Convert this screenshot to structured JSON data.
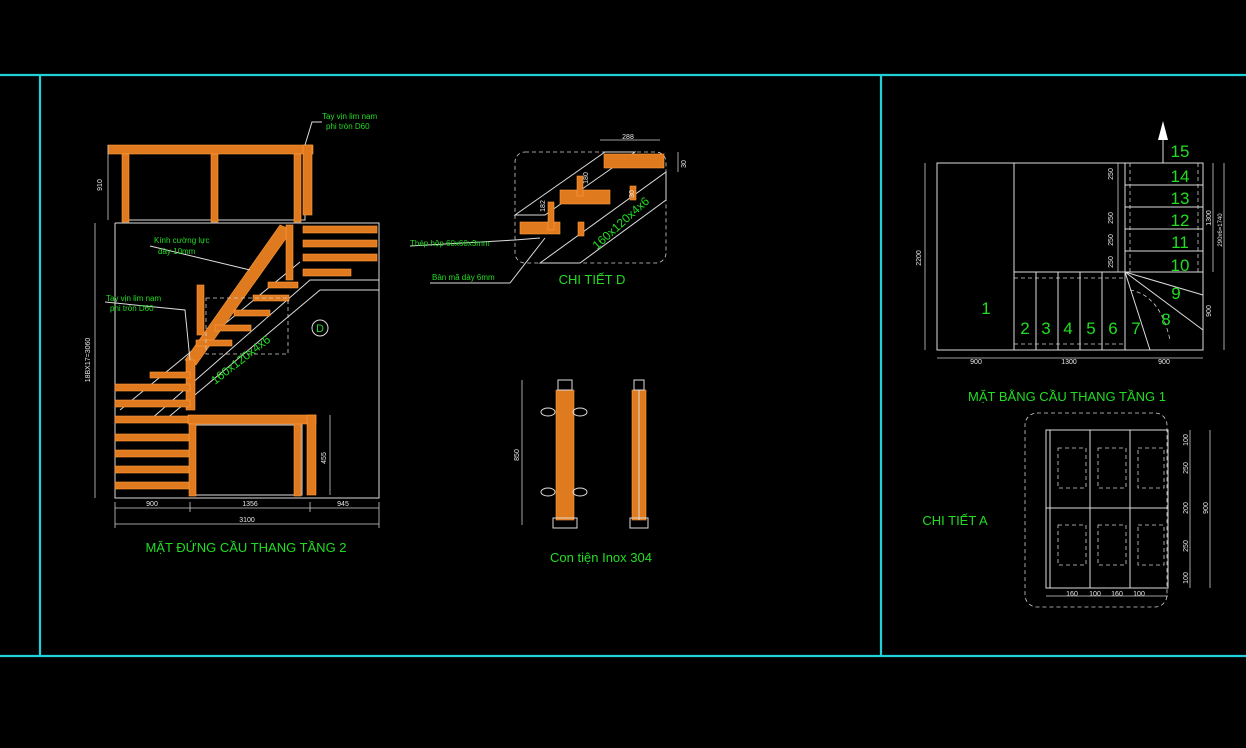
{
  "colors": {
    "frame": "#1fd0d8",
    "label": "#22dd22",
    "wood": "#e07a1e",
    "line": "#dcdcdc",
    "background": "#000000"
  },
  "elevation": {
    "title": "MẶT ĐỨNG CẦU THANG TẦNG 2",
    "note_handrail_top_1": "Tay vịn lim nam",
    "note_handrail_top_2": "phi tròn D60",
    "note_glass_1": "Kính cường lực",
    "note_glass_2": "dày 10mm",
    "note_handrail_side_1": "Tay vịn lim nam",
    "note_handrail_side_2": "phi tròn D60",
    "stringer_label": "160x120x4x6",
    "detail_marker": "D",
    "dim_top_height": "910",
    "dim_total_height": "18BX17=3060",
    "dim_lower_height": "455",
    "dim_bottom_1": "900",
    "dim_bottom_2": "1356",
    "dim_bottom_3": "945",
    "dim_total_width": "3100"
  },
  "detail_d": {
    "title": "CHI TIẾT D",
    "stringer_label": "160x120x4x6",
    "note_steel_box": "Thép hộp 60x60x3mm",
    "note_plate": "Bản mã dày 6mm",
    "dim_tread": "288",
    "dim_step_1": "182",
    "dim_step_2": "180",
    "dim_step_3": "30",
    "dim_right": "30"
  },
  "baluster": {
    "title": "Con tiện Inox 304",
    "dim_height": "850"
  },
  "plan": {
    "title": "MẶT BẰNG CẦU THANG TẦNG 1",
    "steps": [
      "1",
      "2",
      "3",
      "4",
      "5",
      "6",
      "7",
      "8",
      "9",
      "10",
      "11",
      "12",
      "13",
      "14",
      "15"
    ],
    "dim_height_left": "2200",
    "dim_riser_1": "250",
    "dim_riser_2": "250",
    "dim_riser_3": "250",
    "dim_riser_4": "250",
    "dim_right_upper": "1300",
    "dim_right_stack": "290x6=1740",
    "dim_right_lower": "900",
    "dim_bottom_1": "900",
    "dim_bottom_2": "1300",
    "dim_bottom_3": "900"
  },
  "detail_a": {
    "title": "CHI TIẾT A",
    "dim_v_1": "100",
    "dim_v_2": "250",
    "dim_v_3": "200",
    "dim_v_4": "250",
    "dim_v_5": "100",
    "dim_v_total": "900",
    "dim_h_1": "160",
    "dim_h_2": "100",
    "dim_h_3": "160",
    "dim_h_4": "100"
  }
}
